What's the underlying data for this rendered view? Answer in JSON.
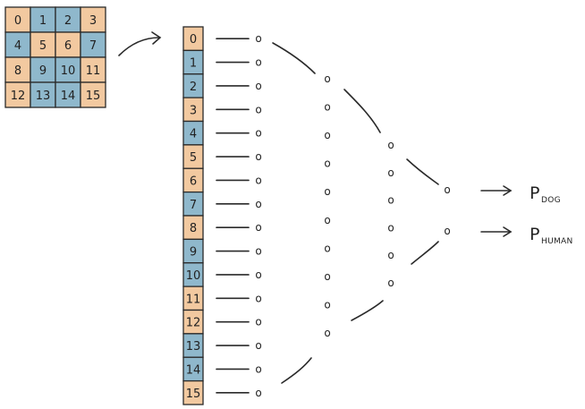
{
  "colors": {
    "orange": "#f2c9a0",
    "blue": "#8fb8cc",
    "ink": "#2a2a2a"
  },
  "image_grid": {
    "cells": [
      {
        "label": "0",
        "color": "orange"
      },
      {
        "label": "1",
        "color": "blue"
      },
      {
        "label": "2",
        "color": "blue"
      },
      {
        "label": "3",
        "color": "orange"
      },
      {
        "label": "4",
        "color": "blue"
      },
      {
        "label": "5",
        "color": "orange"
      },
      {
        "label": "6",
        "color": "orange"
      },
      {
        "label": "7",
        "color": "blue"
      },
      {
        "label": "8",
        "color": "orange"
      },
      {
        "label": "9",
        "color": "blue"
      },
      {
        "label": "10",
        "color": "blue"
      },
      {
        "label": "11",
        "color": "orange"
      },
      {
        "label": "12",
        "color": "orange"
      },
      {
        "label": "13",
        "color": "blue"
      },
      {
        "label": "14",
        "color": "blue"
      },
      {
        "label": "15",
        "color": "orange"
      }
    ]
  },
  "flattened_column": {
    "cells": [
      {
        "label": "0",
        "color": "orange"
      },
      {
        "label": "1",
        "color": "blue"
      },
      {
        "label": "2",
        "color": "blue"
      },
      {
        "label": "3",
        "color": "orange"
      },
      {
        "label": "4",
        "color": "blue"
      },
      {
        "label": "5",
        "color": "orange"
      },
      {
        "label": "6",
        "color": "orange"
      },
      {
        "label": "7",
        "color": "blue"
      },
      {
        "label": "8",
        "color": "orange"
      },
      {
        "label": "9",
        "color": "blue"
      },
      {
        "label": "10",
        "color": "blue"
      },
      {
        "label": "11",
        "color": "orange"
      },
      {
        "label": "12",
        "color": "orange"
      },
      {
        "label": "13",
        "color": "blue"
      },
      {
        "label": "14",
        "color": "blue"
      },
      {
        "label": "15",
        "color": "orange"
      }
    ]
  },
  "network": {
    "node_symbol": "o",
    "layer_sizes": [
      16,
      10,
      6,
      2
    ]
  },
  "outputs": [
    {
      "p": "P",
      "subscript": "DOG"
    },
    {
      "p": "P",
      "subscript": "HUMAN"
    }
  ]
}
